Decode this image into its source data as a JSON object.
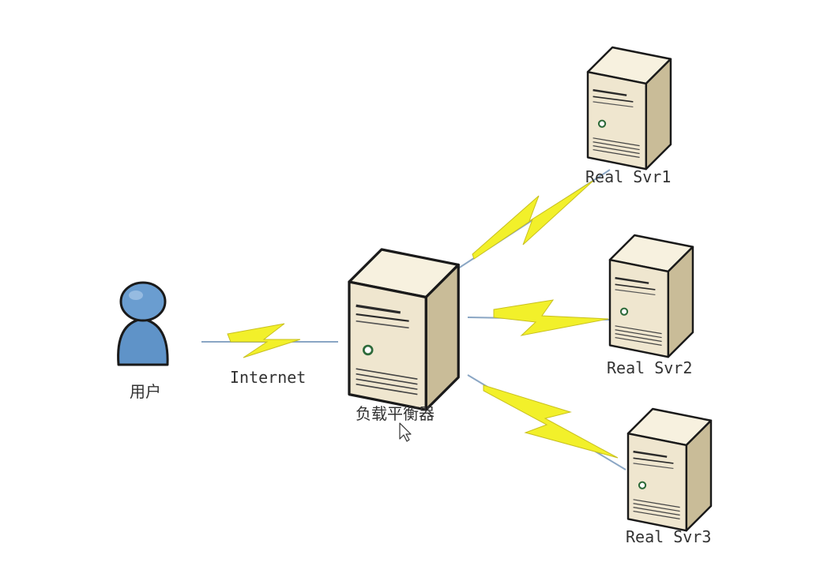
{
  "diagram": {
    "user_label": "用户",
    "internet_label": "Internet",
    "balancer_label": "负载平衡器",
    "servers": [
      {
        "label": "Real Svr1"
      },
      {
        "label": "Real Svr2"
      },
      {
        "label": "Real Svr3"
      }
    ]
  },
  "colors": {
    "server_face": "#efe6cf",
    "server_side": "#c9bc98",
    "server_top": "#f7f1df",
    "outline": "#1a1a1a",
    "bolt": "#f2f02a",
    "link": "#8aa6c4",
    "user_fill": "#5f93c8"
  },
  "icons": {
    "user": "user-icon",
    "server": "server-tower-icon",
    "link": "lightning-link-icon",
    "cursor": "mouse-pointer-icon"
  }
}
